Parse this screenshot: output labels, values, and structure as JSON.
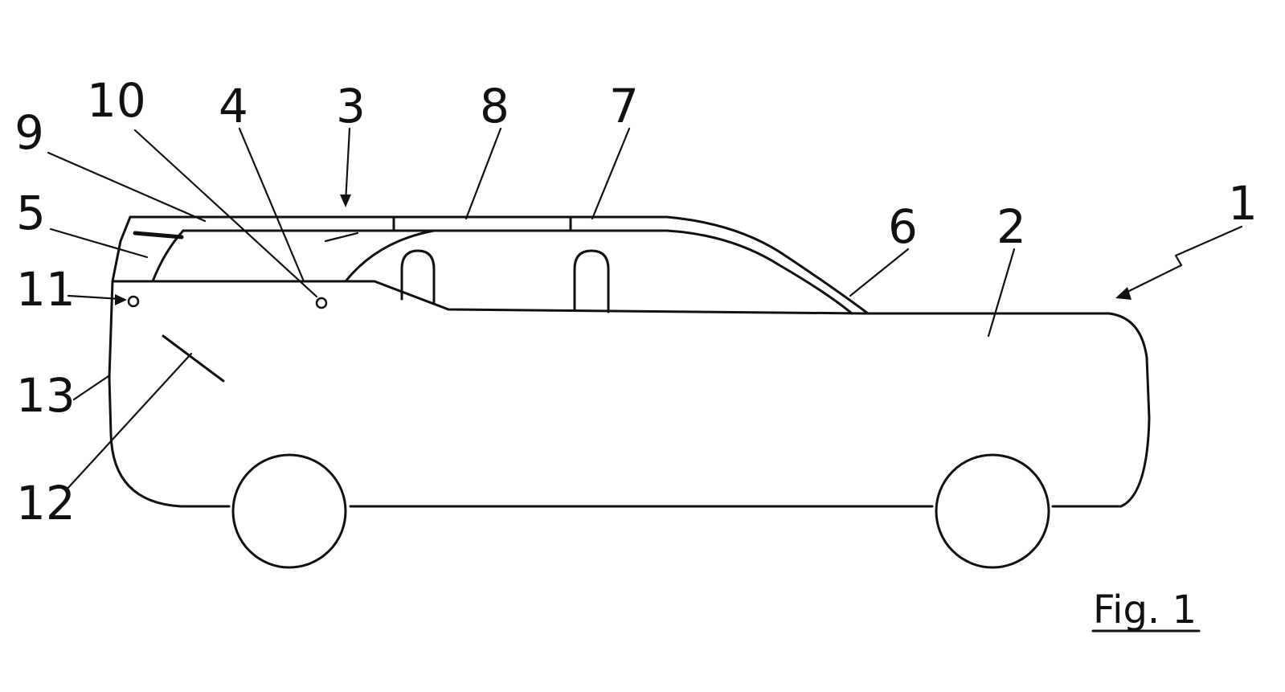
{
  "figure": {
    "caption": "Fig. 1"
  },
  "reference_numerals": {
    "n1": "1",
    "n2": "2",
    "n3": "3",
    "n4": "4",
    "n5": "5",
    "n6": "6",
    "n7": "7",
    "n8": "8",
    "n9": "9",
    "n10": "10",
    "n11": "11",
    "n12": "12",
    "n13": "13"
  }
}
